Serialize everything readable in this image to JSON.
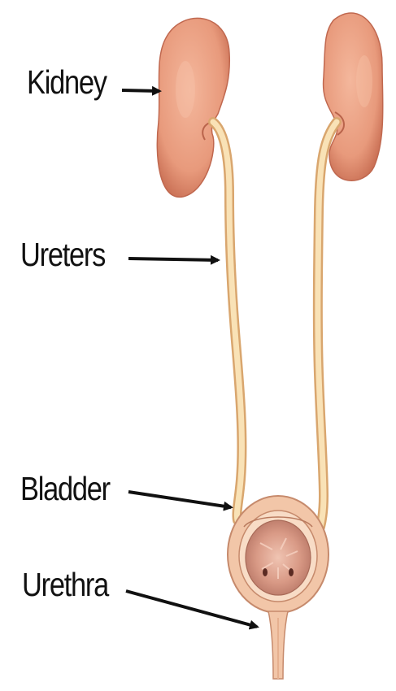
{
  "diagram": {
    "labels": {
      "kidney": "Kidney",
      "ureters": "Ureters",
      "bladder": "Bladder",
      "urethra": "Urethra"
    },
    "colors": {
      "kidney_fill": "#eba184",
      "kidney_shadow": "#c96f54",
      "ureter_fill": "#f7d9a6",
      "ureter_edge": "#d9a66e",
      "bladder_wall": "#f2c6a8",
      "bladder_inner": "#d99a86",
      "arrow": "#111111",
      "text": "#111111"
    }
  }
}
